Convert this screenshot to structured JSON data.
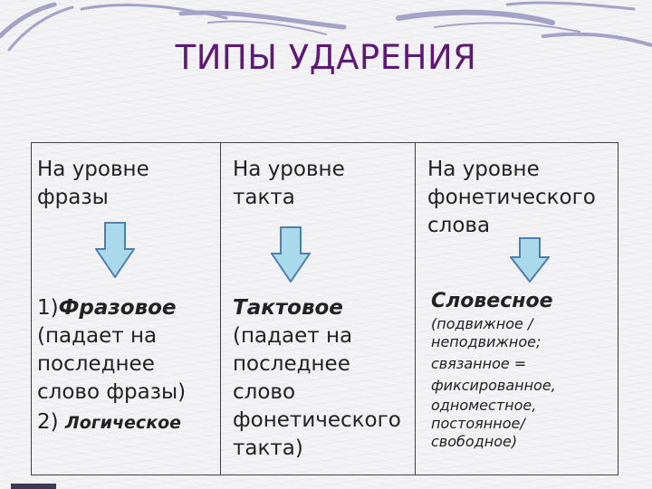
{
  "title": "ТИПЫ УДАРЕНИЯ",
  "colors": {
    "title": "#5e1a73",
    "arrow_fill": "#a9d9ea",
    "arrow_stroke": "#4f7fb0",
    "decor": "#8b88b8"
  },
  "columns": [
    {
      "header_lines": [
        "На уровне",
        "фразы"
      ],
      "arrow_icon": "down-arrow-icon",
      "main_prefix": "1)",
      "main_term": "Фразовое",
      "description_lines": [
        "(падает на",
        "последнее",
        "слово фразы)"
      ],
      "extra_prefix": "2) ",
      "extra_term": "Логическое"
    },
    {
      "header_lines": [
        "На уровне",
        "такта"
      ],
      "arrow_icon": "down-arrow-icon",
      "main_term": "Тактовое",
      "description_lines": [
        "(падает на",
        "последнее",
        "слово",
        "фонетического",
        "такта)"
      ]
    },
    {
      "header_lines": [
        "На уровне",
        "фонетического",
        "слова"
      ],
      "arrow_icon": "down-arrow-icon",
      "main_term": "Словесное",
      "description_lines": [
        "(подвижное /",
        "неподвижное;",
        "связанное =",
        "фиксированное,",
        "одноместное,",
        "постоянное/",
        "свободное)"
      ]
    }
  ]
}
